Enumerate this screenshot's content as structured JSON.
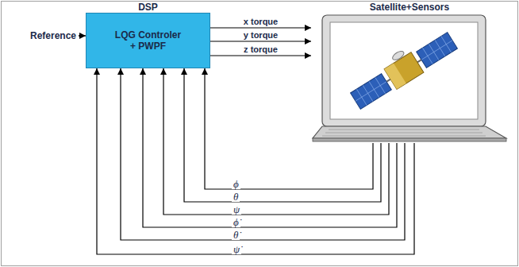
{
  "diagram": {
    "nodes": [
      {
        "text": [
          "DSP",
          "LQG Controler + PWPF"
        ]
      },
      {
        "text": [
          "Satellite+Sensors"
        ]
      }
    ],
    "edges": [
      {
        "from": 0,
        "to": 1,
        "arrow": "to",
        "label": "x torque"
      },
      {
        "from": 0,
        "to": 1,
        "arrow": "to",
        "label": "y torque"
      },
      {
        "from": 0,
        "to": 1,
        "arrow": "to",
        "label": "z torque"
      },
      {
        "from": 1,
        "to": 0,
        "arrow": "to",
        "label": "ϕ"
      },
      {
        "from": 1,
        "to": 0,
        "arrow": "to",
        "label": "θ"
      },
      {
        "from": 1,
        "to": 0,
        "arrow": "to",
        "label": "ψ"
      },
      {
        "from": 1,
        "to": 0,
        "arrow": "to",
        "label": "ϕ̇"
      },
      {
        "from": 1,
        "to": 0,
        "arrow": "to",
        "label": "θ̇"
      },
      {
        "from": 1,
        "to": 0,
        "arrow": "to",
        "label": "ψ̇"
      }
    ],
    "labels": [
      "Reference"
    ]
  }
}
